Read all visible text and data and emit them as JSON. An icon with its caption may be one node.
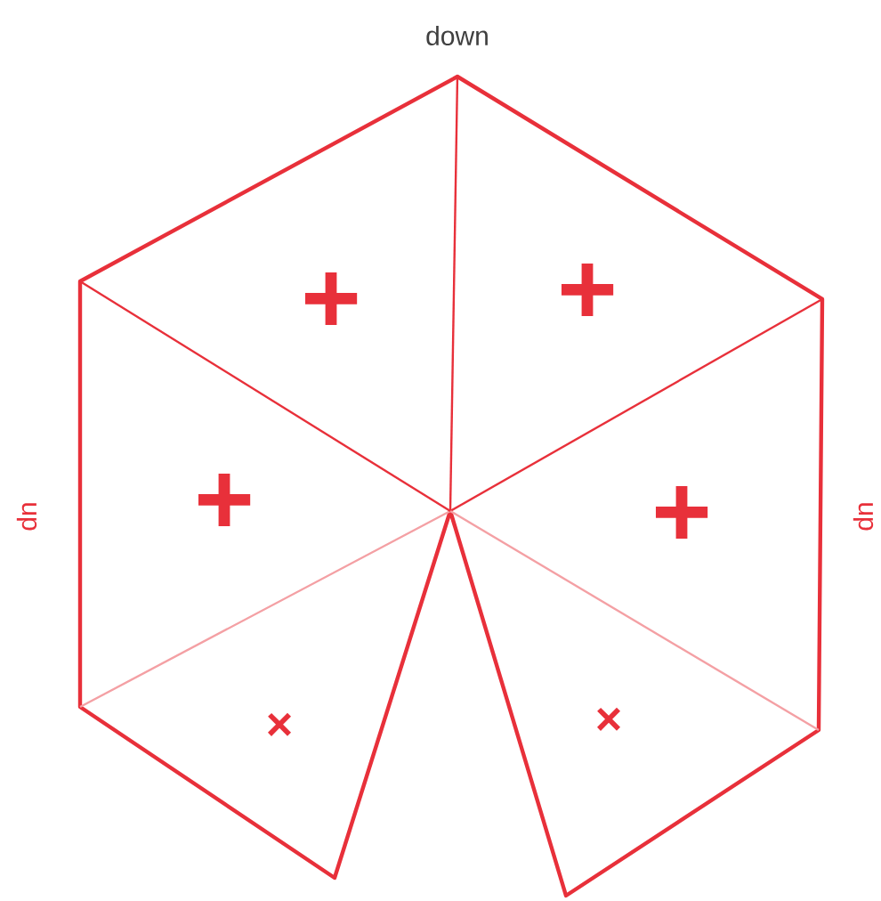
{
  "diagram": {
    "labels": [
      "down",
      "+",
      "+",
      "up",
      "+",
      "+",
      "up",
      "×",
      "×"
    ]
  }
}
